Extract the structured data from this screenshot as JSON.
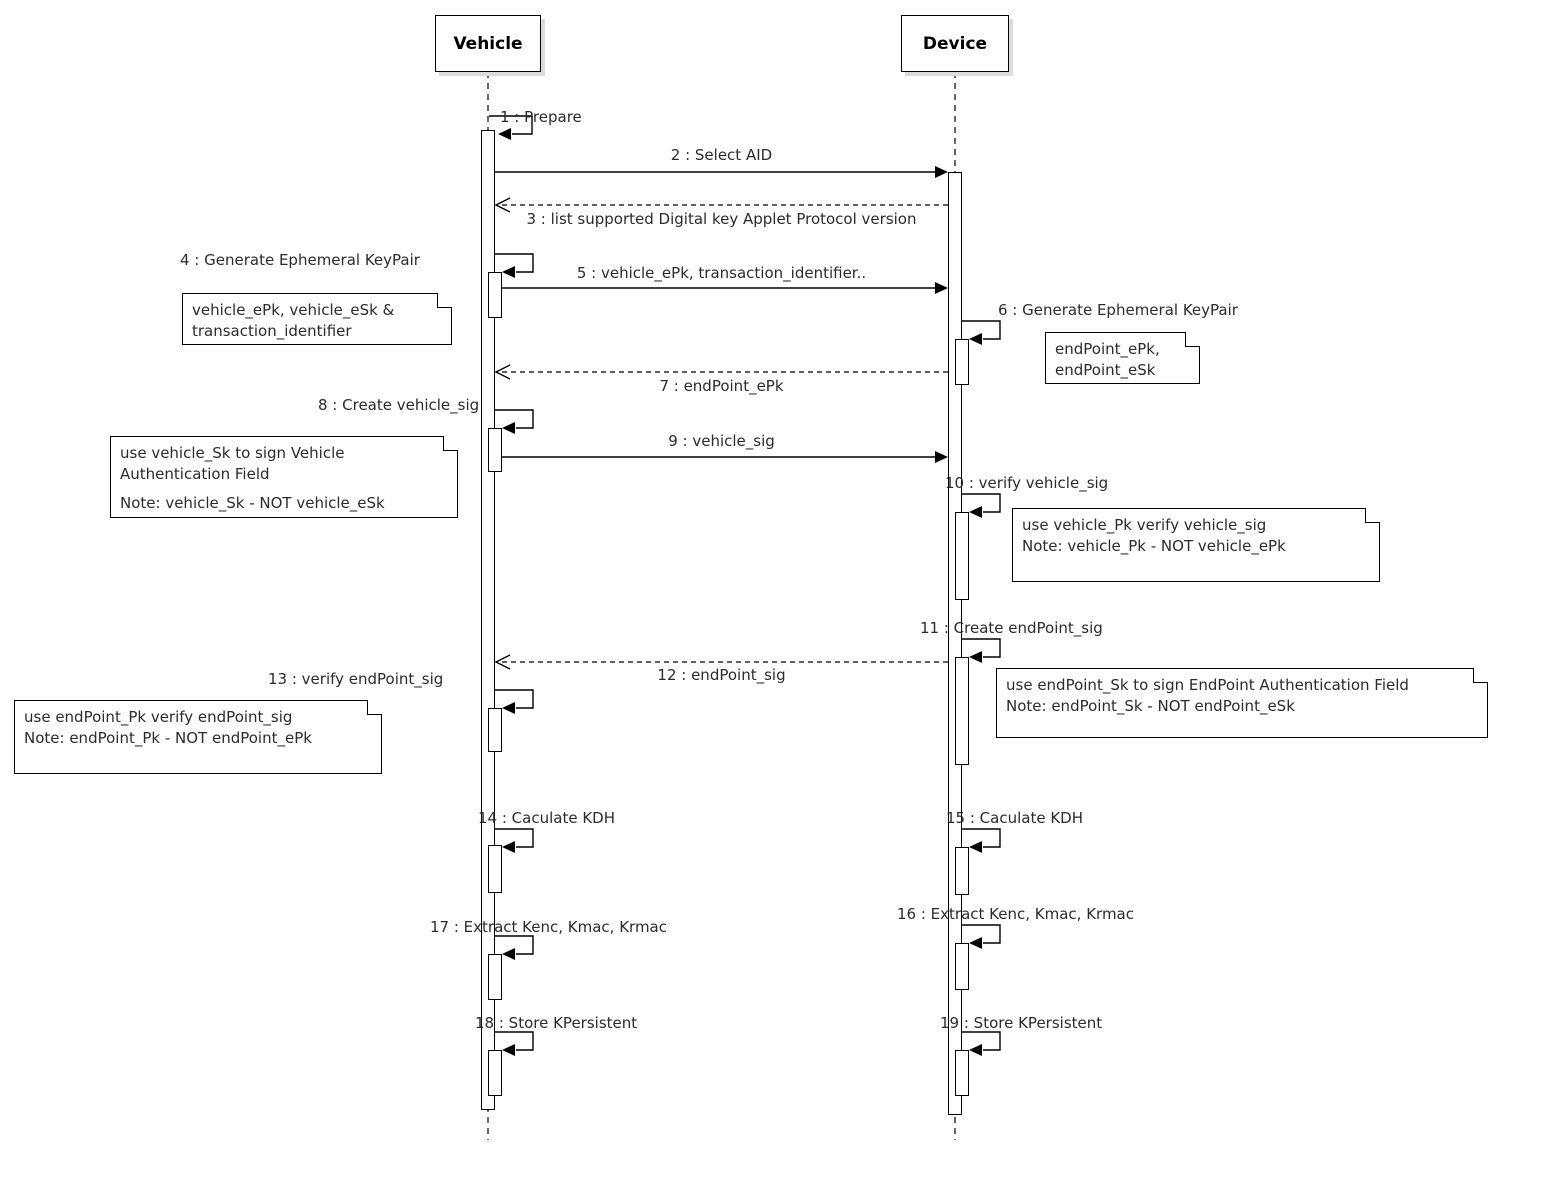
{
  "actors": {
    "vehicle": "Vehicle",
    "device": "Device"
  },
  "messages": {
    "m1": "1 : Prepare",
    "m2": "2 : Select AID",
    "m3": "3 : list supported Digital key Applet Protocol version",
    "m4": "4 : Generate Ephemeral KeyPair",
    "m5": "5 : vehicle_ePk, transaction_identifier..",
    "m6": "6 : Generate Ephemeral KeyPair",
    "m7": "7 : endPoint_ePk",
    "m8": "8 : Create vehicle_sig",
    "m9": "9 : vehicle_sig",
    "m10": "10 : verify vehicle_sig",
    "m11": "11 : Create endPoint_sig",
    "m12": "12 : endPoint_sig",
    "m13": "13 : verify endPoint_sig",
    "m14": "14 : Caculate KDH",
    "m15": "15 : Caculate KDH",
    "m16": "16 : Extract Kenc, Kmac, Krmac",
    "m17": "17 : Extract Kenc, Kmac, Krmac",
    "m18": "18 : Store KPersistent",
    "m19": "19 : Store KPersistent"
  },
  "notes": {
    "vehicle_keypair": {
      "line1": "vehicle_ePk, vehicle_eSk &",
      "line2": "transaction_identifier"
    },
    "endpoint_keypair": {
      "line1": "endPoint_ePk,",
      "line2": "endPoint_eSk"
    },
    "vehicle_sign": {
      "line1": "use vehicle_Sk to sign Vehicle",
      "line2": "Authentication Field",
      "line3": "Note: vehicle_Sk - NOT vehicle_eSk"
    },
    "vehicle_verify": {
      "line1": "use vehicle_Pk verify vehicle_sig",
      "line2": "Note: vehicle_Pk - NOT vehicle_ePk"
    },
    "endpoint_sign": {
      "line1": "use endPoint_Sk to sign EndPoint Authentication Field",
      "line2": "Note: endPoint_Sk - NOT endPoint_eSk"
    },
    "endpoint_verify": {
      "line1": "use endPoint_Pk verify endPoint_sig",
      "line2": "Note: endPoint_Pk - NOT endPoint_ePk"
    }
  },
  "colors": {
    "line": "#000000",
    "text": "#2b2b2b",
    "note_bg": "#ffffff",
    "actor_shadow": "#dcdcdc"
  }
}
